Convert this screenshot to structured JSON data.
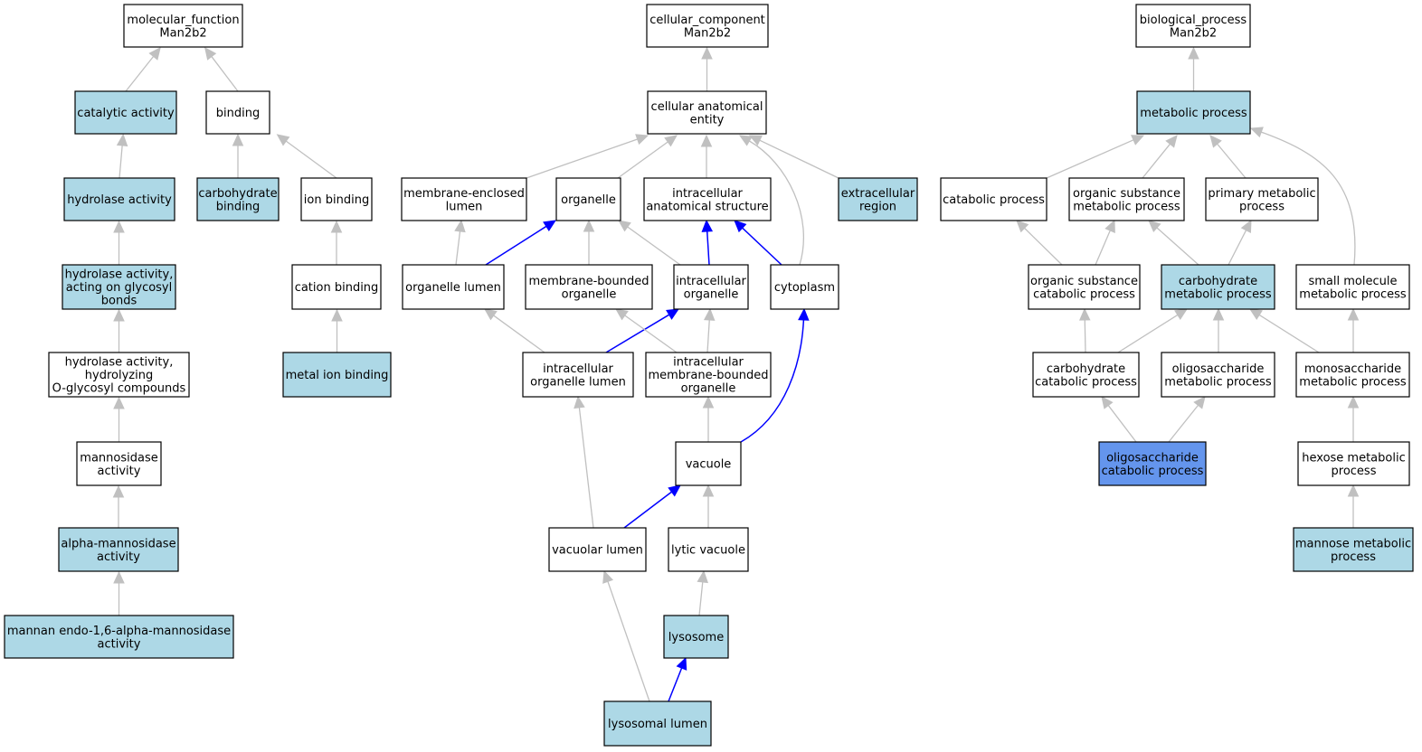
{
  "colors": {
    "default_fill": "#ffffff",
    "highlight_fill": "#add8e6",
    "selected_fill": "#6495ed",
    "edge_gray": "#c0c0c0",
    "edge_blue": "#0000ff",
    "border": "#000000"
  },
  "nodes": {
    "mf_root": {
      "lines": [
        "molecular_function",
        "Man2b2"
      ],
      "fill": "default"
    },
    "catalytic_activity": {
      "lines": [
        "catalytic activity"
      ],
      "fill": "highlight"
    },
    "binding": {
      "lines": [
        "binding"
      ],
      "fill": "default"
    },
    "hydrolase_activity": {
      "lines": [
        "hydrolase activity"
      ],
      "fill": "highlight"
    },
    "carbohydrate_binding": {
      "lines": [
        "carbohydrate",
        "binding"
      ],
      "fill": "highlight"
    },
    "ion_binding": {
      "lines": [
        "ion binding"
      ],
      "fill": "default"
    },
    "hydrolase_glycosyl": {
      "lines": [
        "hydrolase activity,",
        "acting on glycosyl",
        "bonds"
      ],
      "fill": "highlight"
    },
    "cation_binding": {
      "lines": [
        "cation binding"
      ],
      "fill": "default"
    },
    "hydrolase_oglycosyl": {
      "lines": [
        "hydrolase activity,",
        "hydrolyzing",
        "O-glycosyl compounds"
      ],
      "fill": "default"
    },
    "metal_ion_binding": {
      "lines": [
        "metal ion binding"
      ],
      "fill": "highlight"
    },
    "mannosidase_activity": {
      "lines": [
        "mannosidase",
        "activity"
      ],
      "fill": "default"
    },
    "alpha_mannosidase": {
      "lines": [
        "alpha-mannosidase",
        "activity"
      ],
      "fill": "highlight"
    },
    "mannan_endo": {
      "lines": [
        "mannan endo-1,6-alpha-mannosidase",
        "activity"
      ],
      "fill": "highlight"
    },
    "cc_root": {
      "lines": [
        "cellular_component",
        "Man2b2"
      ],
      "fill": "default"
    },
    "cellular_anatomical_entity": {
      "lines": [
        "cellular anatomical",
        "entity"
      ],
      "fill": "default"
    },
    "membrane_enclosed_lumen": {
      "lines": [
        "membrane-enclosed",
        "lumen"
      ],
      "fill": "default"
    },
    "organelle": {
      "lines": [
        "organelle"
      ],
      "fill": "default"
    },
    "intracellular_anatomical_structure": {
      "lines": [
        "intracellular",
        "anatomical structure"
      ],
      "fill": "default"
    },
    "extracellular_region": {
      "lines": [
        "extracellular",
        "region"
      ],
      "fill": "highlight"
    },
    "organelle_lumen": {
      "lines": [
        "organelle lumen"
      ],
      "fill": "default"
    },
    "membrane_bounded_organelle": {
      "lines": [
        "membrane-bounded",
        "organelle"
      ],
      "fill": "default"
    },
    "intracellular_organelle": {
      "lines": [
        "intracellular",
        "organelle"
      ],
      "fill": "default"
    },
    "cytoplasm": {
      "lines": [
        "cytoplasm"
      ],
      "fill": "default"
    },
    "intracellular_organelle_lumen": {
      "lines": [
        "intracellular",
        "organelle lumen"
      ],
      "fill": "default"
    },
    "intracellular_membrane_bounded_organelle": {
      "lines": [
        "intracellular",
        "membrane-bounded",
        "organelle"
      ],
      "fill": "default"
    },
    "vacuole": {
      "lines": [
        "vacuole"
      ],
      "fill": "default"
    },
    "vacuolar_lumen": {
      "lines": [
        "vacuolar lumen"
      ],
      "fill": "default"
    },
    "lytic_vacuole": {
      "lines": [
        "lytic vacuole"
      ],
      "fill": "default"
    },
    "lysosome": {
      "lines": [
        "lysosome"
      ],
      "fill": "highlight"
    },
    "lysosomal_lumen": {
      "lines": [
        "lysosomal lumen"
      ],
      "fill": "highlight"
    },
    "bp_root": {
      "lines": [
        "biological_process",
        "Man2b2"
      ],
      "fill": "default"
    },
    "metabolic_process": {
      "lines": [
        "metabolic process"
      ],
      "fill": "highlight"
    },
    "catabolic_process": {
      "lines": [
        "catabolic process"
      ],
      "fill": "default"
    },
    "organic_substance_metabolic": {
      "lines": [
        "organic substance",
        "metabolic process"
      ],
      "fill": "default"
    },
    "primary_metabolic": {
      "lines": [
        "primary metabolic",
        "process"
      ],
      "fill": "default"
    },
    "organic_substance_catabolic": {
      "lines": [
        "organic substance",
        "catabolic process"
      ],
      "fill": "default"
    },
    "carbohydrate_metabolic": {
      "lines": [
        "carbohydrate",
        "metabolic process"
      ],
      "fill": "highlight"
    },
    "small_molecule_metabolic": {
      "lines": [
        "small molecule",
        "metabolic process"
      ],
      "fill": "default"
    },
    "carbohydrate_catabolic": {
      "lines": [
        "carbohydrate",
        "catabolic process"
      ],
      "fill": "default"
    },
    "oligosaccharide_metabolic": {
      "lines": [
        "oligosaccharide",
        "metabolic process"
      ],
      "fill": "default"
    },
    "monosaccharide_metabolic": {
      "lines": [
        "monosaccharide",
        "metabolic process"
      ],
      "fill": "default"
    },
    "oligosaccharide_catabolic": {
      "lines": [
        "oligosaccharide",
        "catabolic process"
      ],
      "fill": "selected"
    },
    "hexose_metabolic": {
      "lines": [
        "hexose metabolic",
        "process"
      ],
      "fill": "default"
    },
    "mannose_metabolic": {
      "lines": [
        "mannose metabolic",
        "process"
      ],
      "fill": "highlight"
    }
  }
}
